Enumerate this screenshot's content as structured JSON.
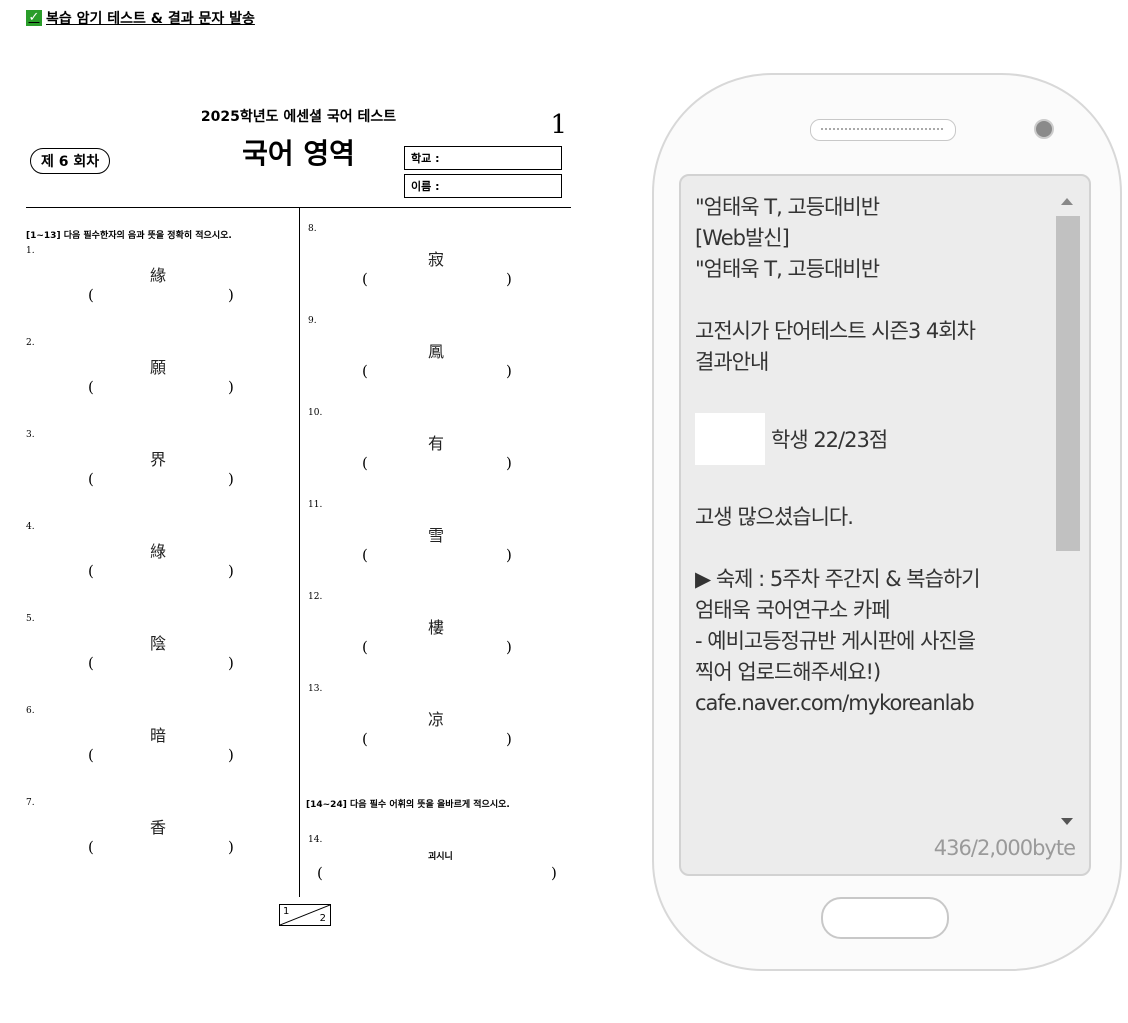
{
  "header": {
    "check_icon": "check-icon",
    "title": "복습 암기 테스트 & 결과 문자 발송"
  },
  "exam": {
    "subtitle": "2025학년도 에센셜 국어 테스트",
    "page_number": "1",
    "title": "국어 영역",
    "round": "제 6 회차",
    "school_label": "학교 :",
    "name_label": "이름 :",
    "instruction_hanja": "[1~13] 다음 필수한자의 음과 뜻을 정확히 적으시오.",
    "instruction_vocab": "[14~24] 다음 필수 어휘의 뜻을 올바르게 적으시오.",
    "paren_open": "(",
    "paren_close": ")",
    "questions": [
      {
        "num": "1.",
        "hanja": "緣"
      },
      {
        "num": "2.",
        "hanja": "願"
      },
      {
        "num": "3.",
        "hanja": "界"
      },
      {
        "num": "4.",
        "hanja": "綠"
      },
      {
        "num": "5.",
        "hanja": "陰"
      },
      {
        "num": "6.",
        "hanja": "暗"
      },
      {
        "num": "7.",
        "hanja": "香"
      },
      {
        "num": "8.",
        "hanja": "寂"
      },
      {
        "num": "9.",
        "hanja": "鳳"
      },
      {
        "num": "10.",
        "hanja": "有"
      },
      {
        "num": "11.",
        "hanja": "雪"
      },
      {
        "num": "12.",
        "hanja": "樓"
      },
      {
        "num": "13.",
        "hanja": "凉"
      }
    ],
    "vocab": {
      "num": "14.",
      "word": "괴시니"
    },
    "page_indicator": {
      "current": "1",
      "total": "2"
    }
  },
  "phone": {
    "message_lines": [
      "\"엄태욱 T, 고등대비반",
      "[Web발신]",
      "\"엄태욱 T, 고등대비반",
      "",
      "고전시가 단어테스트 시즌3 4회차",
      "결과안내",
      "",
      "학생 22/23점",
      "",
      "고생 많으셨습니다.",
      "",
      "▶ 숙제 : 5주차 주간지 & 복습하기",
      "엄태욱 국어연구소 카페",
      "- 예비고등정규반 게시판에 사진을",
      "찍어 업로드해주세요!)",
      "cafe.naver.com/mykoreanlab"
    ],
    "byte_counter": "436/2,000byte"
  }
}
